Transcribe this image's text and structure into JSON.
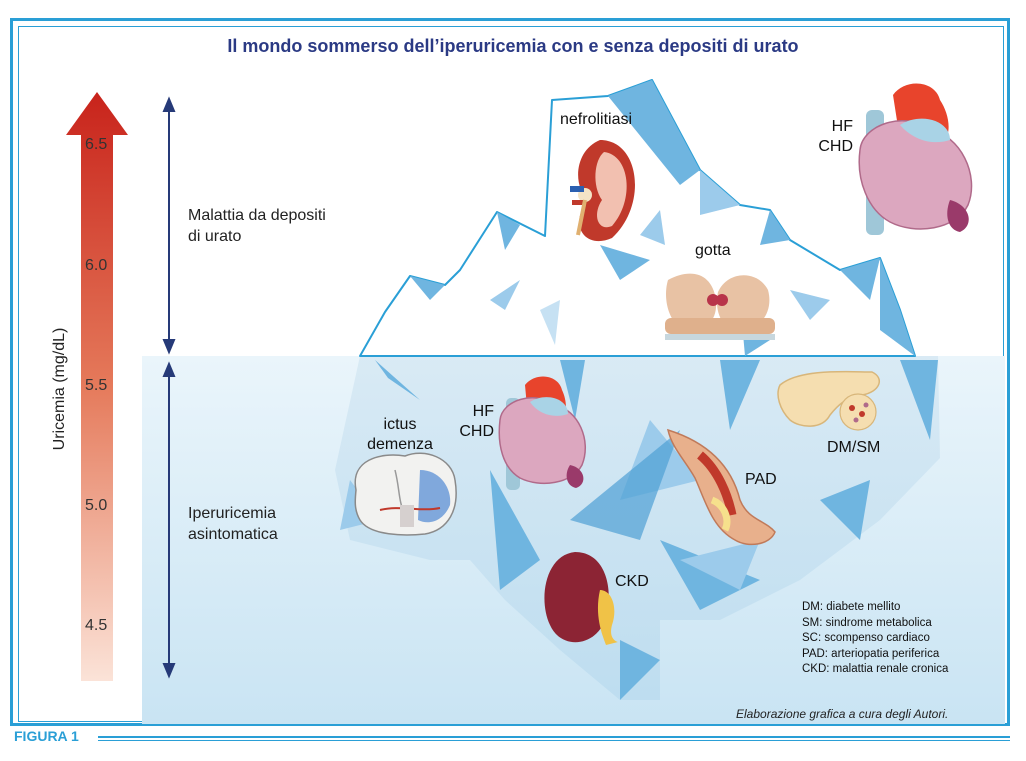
{
  "title": "Il mondo sommerso dell’iperuricemia con e senza depositi di urato",
  "axis": {
    "label": "Uricemia (mg/dL)",
    "ticks": [
      "6.5",
      "6.0",
      "5.5",
      "5.0",
      "4.5"
    ]
  },
  "bands": {
    "upper": "Malattia da depositi\ndi urato",
    "lower": "Iperuricemia\nasintomatica"
  },
  "above_water": {
    "nephrolithiasis": "nefrolitiasi",
    "gout": "gotta",
    "heart": "HF\nCHD"
  },
  "below_water": {
    "stroke": "ictus\ndemenza",
    "heart": "HF\nCHD",
    "pad": "PAD",
    "dm": "DM/SM",
    "ckd": "CKD"
  },
  "legend": [
    "DM: diabete mellito",
    "SM: sindrome metabolica",
    "SC: scompenso cardiaco",
    "PAD: arteriopatia periferica",
    "CKD: malattia renale cronica"
  ],
  "credit": "Elaborazione grafica a cura degli Autori.",
  "figure_label": "FIGURA 1",
  "colors": {
    "frame": "#2a9fd6",
    "title": "#2b3a84",
    "arrow_top": "#c8231b",
    "arrow_bottom": "#fbe3d8",
    "ice_edge": "#2a9fd6",
    "ice_shadow": "#6fb5e0"
  }
}
